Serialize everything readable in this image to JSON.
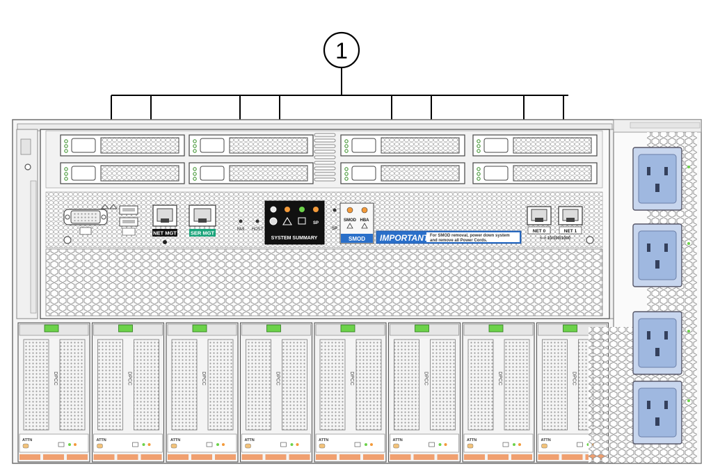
{
  "callout": {
    "number": "1"
  },
  "drive_bays": {
    "count": 8,
    "columns": 4,
    "rows": 2
  },
  "front_panel": {
    "net_mgt_label": "NET MGT",
    "ser_mgt_label": "SER MGT",
    "nmi_label": "NMI",
    "host_label": "HOST",
    "system_summary_label": "SYSTEM SUMMARY",
    "sp_label": "SP",
    "smod_label": "SMOD",
    "hba_label": "HBA",
    "smod_badge": "SMOD",
    "important_label": "IMPORTANT",
    "important_line1": "For SMOD removal, power down system",
    "important_line2": "and remove all Power Cords.",
    "net0_label": "NET 0",
    "net1_label": "NET 1",
    "net_speed_label": "<-> 10/100/1000"
  },
  "pcie_modules": {
    "count": 8,
    "card_label": "DPCC",
    "attn_label": "ATTN"
  },
  "power_supplies": {
    "count": 4
  },
  "colors": {
    "ser_mgt": "#1aa37a",
    "smod_badge": "#2a6fc9",
    "important": "#2a6fc9",
    "psu_socket": "#9fb8e0",
    "latch_green": "#6cd24a",
    "pcie_label_orange": "#f0a070"
  }
}
